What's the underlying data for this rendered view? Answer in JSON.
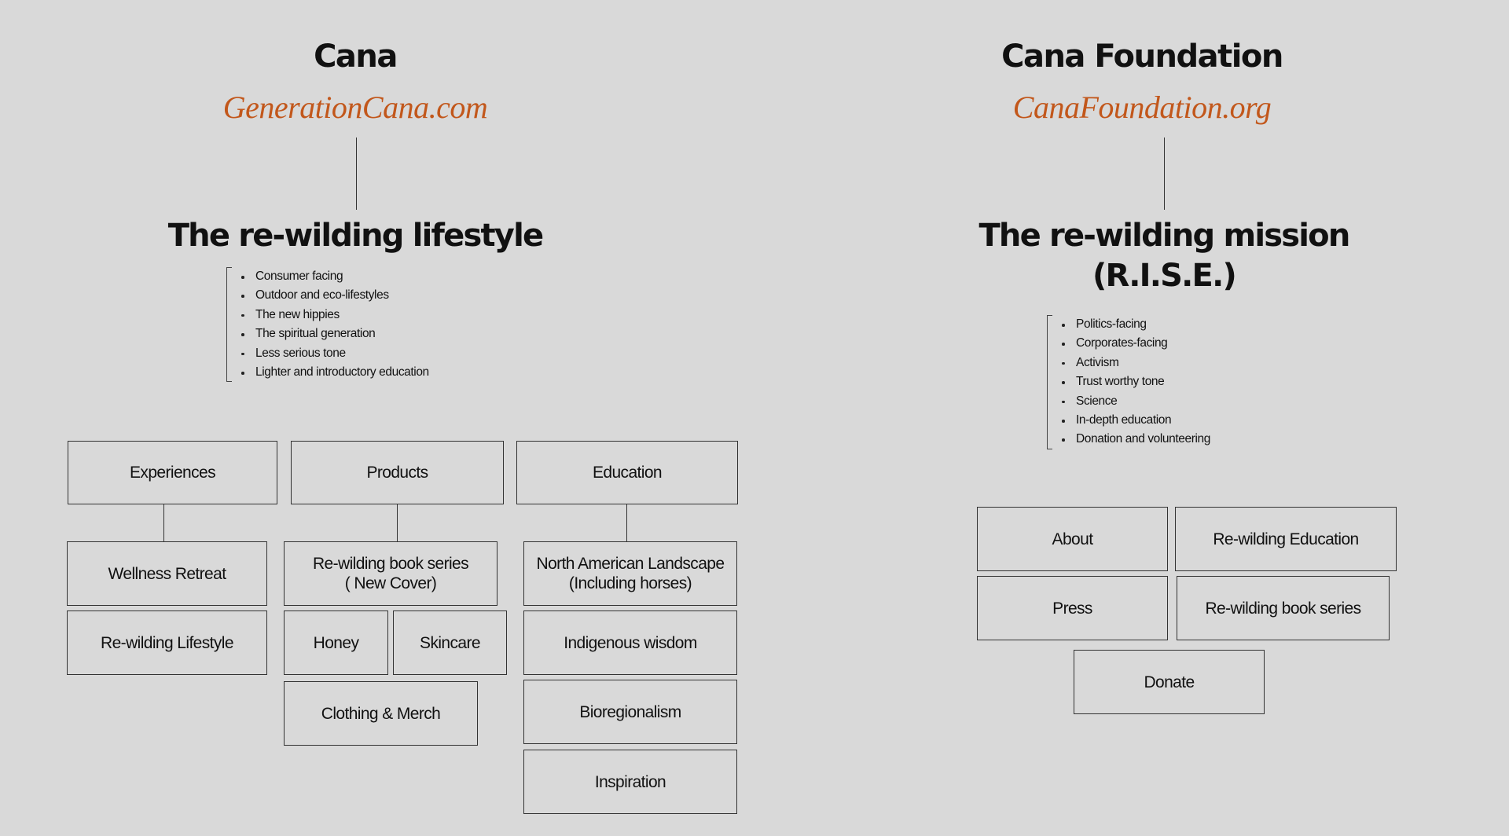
{
  "colors": {
    "background": "#d9d9d9",
    "url_accent": "#c2571b",
    "text": "#111111",
    "lines": "#333333"
  },
  "left": {
    "brand_title": "Cana",
    "brand_url": "GenerationCana.com",
    "section_heading": "The re-wilding lifestyle",
    "bullets": [
      "Consumer facing",
      "Outdoor and eco-lifestyles",
      "The new hippies",
      "The spiritual generation",
      "Less serious tone",
      "Lighter and introductory education"
    ],
    "categories": {
      "experiences": {
        "label": "Experiences",
        "items": [
          "Wellness Retreat",
          "Re-wilding Lifestyle"
        ]
      },
      "products": {
        "label": "Products",
        "items": [
          "Re-wilding book series\n( New Cover)",
          "Honey",
          "Skincare",
          "Clothing & Merch"
        ]
      },
      "education": {
        "label": "Education",
        "items": [
          "North American Landscape\n(Including horses)",
          "Indigenous wisdom",
          "Bioregionalism",
          "Inspiration"
        ]
      }
    }
  },
  "right": {
    "brand_title": "Cana Foundation",
    "brand_url": "CanaFoundation.org",
    "section_heading": "The re-wilding mission\n(R.I.S.E.)",
    "bullets": [
      "Politics-facing",
      "Corporates-facing",
      "Activism",
      "Trust worthy tone",
      "Science",
      "In-depth education",
      "Donation and volunteering"
    ],
    "pages": [
      "About",
      "Re-wilding Education",
      "Press",
      "Re-wilding book series",
      "Donate"
    ]
  }
}
